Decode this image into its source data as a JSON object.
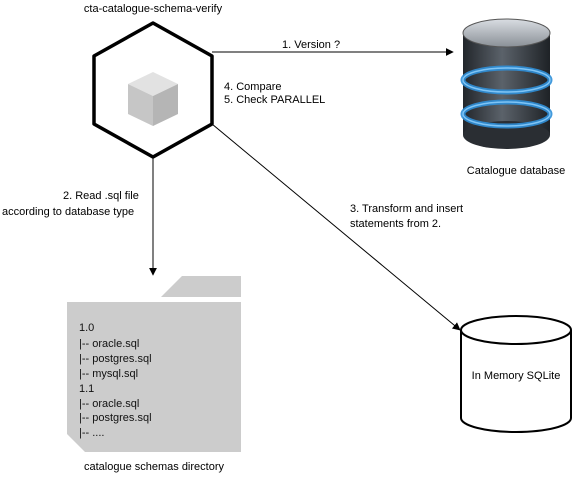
{
  "tool": {
    "name": "cta-catalogue-schema-verify",
    "icon": "cube-icon"
  },
  "database": {
    "label": "Catalogue database",
    "icon": "database-icon"
  },
  "sqlite": {
    "label": "In Memory SQLite",
    "icon": "cylinder-icon"
  },
  "directory": {
    "label": "catalogue schemas directory",
    "icon": "folder-icon",
    "lines": [
      "1.0",
      "|-- oracle.sql",
      "|-- postgres.sql",
      "|-- mysql.sql",
      "1.1",
      "|-- oracle.sql",
      "|-- postgres.sql",
      "|-- ...."
    ]
  },
  "arrows": {
    "version": "1. Version ?",
    "read_line1": "2. Read .sql file",
    "read_line2": "according to database type",
    "transform_line1": "3. Transform and insert",
    "transform_line2": "statements from 2.",
    "compare": "4. Compare",
    "check_parallel": "5. Check PARALLEL"
  },
  "colors": {
    "db_glow": "#2f8fd8",
    "db_body": "#3a3f45",
    "folder_fill": "#cccccc"
  }
}
